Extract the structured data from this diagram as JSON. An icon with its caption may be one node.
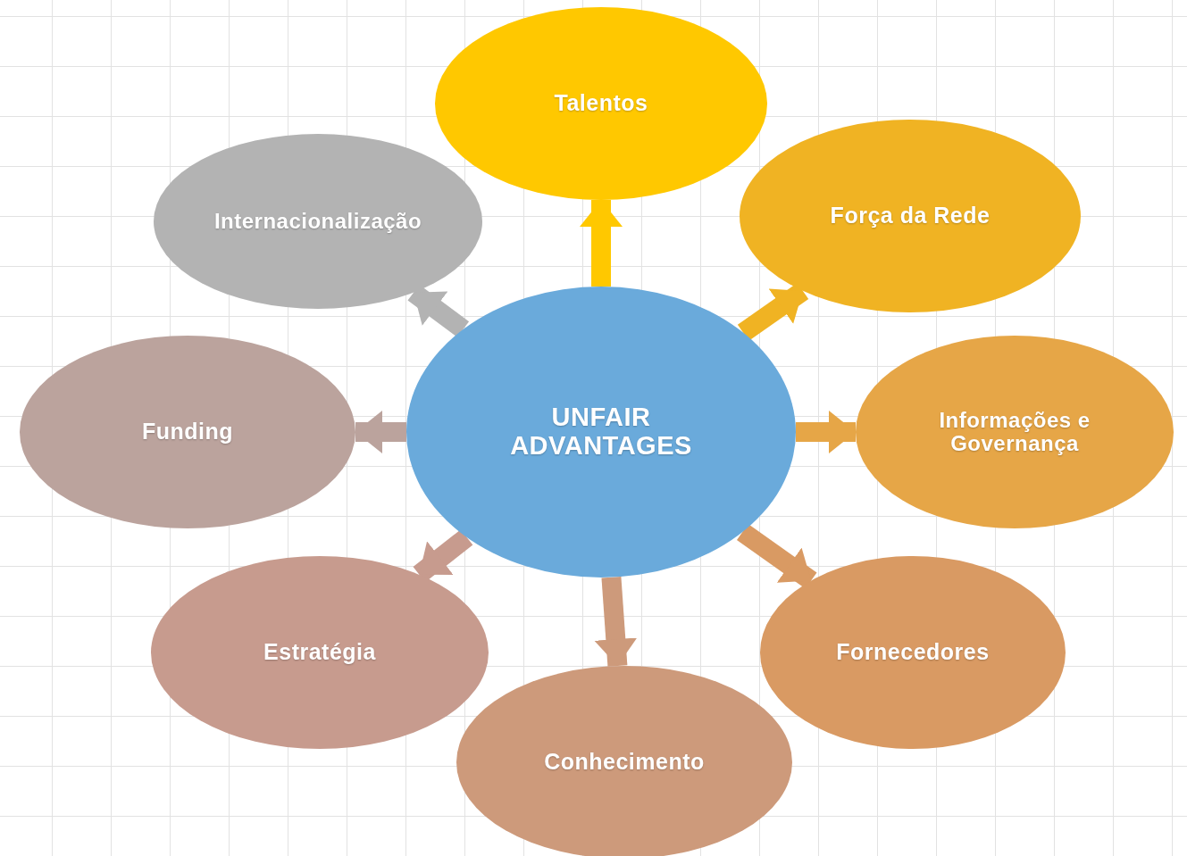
{
  "diagram": {
    "nodes": [
      {
        "text": [
          "UNFAIR ADVANTAGES"
        ]
      },
      {
        "text": [
          "Talentos"
        ]
      },
      {
        "text": [
          "Força da Rede"
        ]
      },
      {
        "text": [
          "Informações e Governança"
        ]
      },
      {
        "text": [
          "Fornecedores"
        ]
      },
      {
        "text": [
          "Conhecimento"
        ]
      },
      {
        "text": [
          "Estratégia"
        ]
      },
      {
        "text": [
          "Funding"
        ]
      },
      {
        "text": [
          "Internacionalização"
        ]
      }
    ],
    "edges": [
      {
        "from": 0,
        "to": 1,
        "arrow": "to",
        "color": "#ffc800"
      },
      {
        "from": 0,
        "to": 2,
        "arrow": "to",
        "color": "#f0b323"
      },
      {
        "from": 0,
        "to": 3,
        "arrow": "to",
        "color": "#e6a647"
      },
      {
        "from": 0,
        "to": 4,
        "arrow": "to",
        "color": "#d99a63"
      },
      {
        "from": 0,
        "to": 5,
        "arrow": "to",
        "color": "#cd9a7b"
      },
      {
        "from": 0,
        "to": 6,
        "arrow": "to",
        "color": "#c79b8e"
      },
      {
        "from": 0,
        "to": 7,
        "arrow": "to",
        "color": "#bba39d"
      },
      {
        "from": 0,
        "to": 8,
        "arrow": "to",
        "color": "#b3b3b3"
      }
    ]
  }
}
